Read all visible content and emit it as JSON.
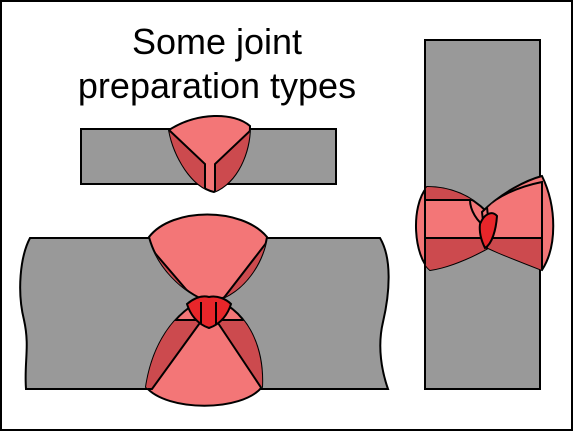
{
  "title": {
    "line1": "Some joint",
    "line2": "preparation types"
  },
  "colors": {
    "plate_fill": "#999999",
    "weld_fill": "#f37677",
    "weld_overlap": "#cc4a4e",
    "weld_root": "#e8262a",
    "outline": "#000000"
  },
  "joints": [
    {
      "type": "single-v butt joint"
    },
    {
      "type": "double-v butt joint"
    },
    {
      "type": "double-bevel joint"
    }
  ]
}
